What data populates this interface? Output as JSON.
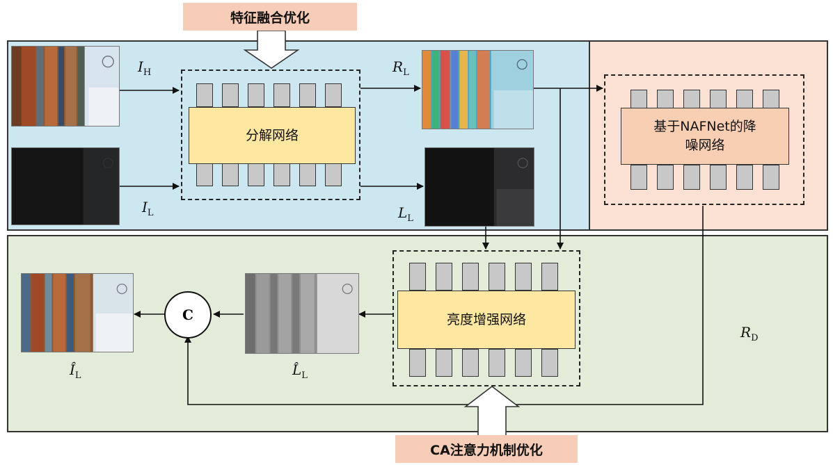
{
  "labels": {
    "feature_fusion": "特征融合优化",
    "ca_attention": "CA注意力机制优化"
  },
  "nodes": {
    "decomposition": "分解网络",
    "denoise": "基于NAFNet的降噪网络",
    "enhance": "亮度增强网络",
    "concat": "C"
  },
  "variables": {
    "i_h": {
      "base": "I",
      "sub": "H"
    },
    "i_l": {
      "base": "I",
      "sub": "L"
    },
    "r_l": {
      "base": "R",
      "sub": "L"
    },
    "l_l": {
      "base": "L",
      "sub": "L"
    },
    "r_d": {
      "base": "R",
      "sub": "D"
    },
    "l_hat": {
      "base": "L̂",
      "sub": "L"
    },
    "i_hat": {
      "base": "Î",
      "sub": "L"
    }
  },
  "colors": {
    "blue_panel": "#cde7f1",
    "salmon_panel": "#fbe1d3",
    "green_panel": "#e3ecd8",
    "label_fill": "#f7cdb7",
    "core_yellow": "#fde7a1",
    "core_orange": "#f9cfb4"
  }
}
